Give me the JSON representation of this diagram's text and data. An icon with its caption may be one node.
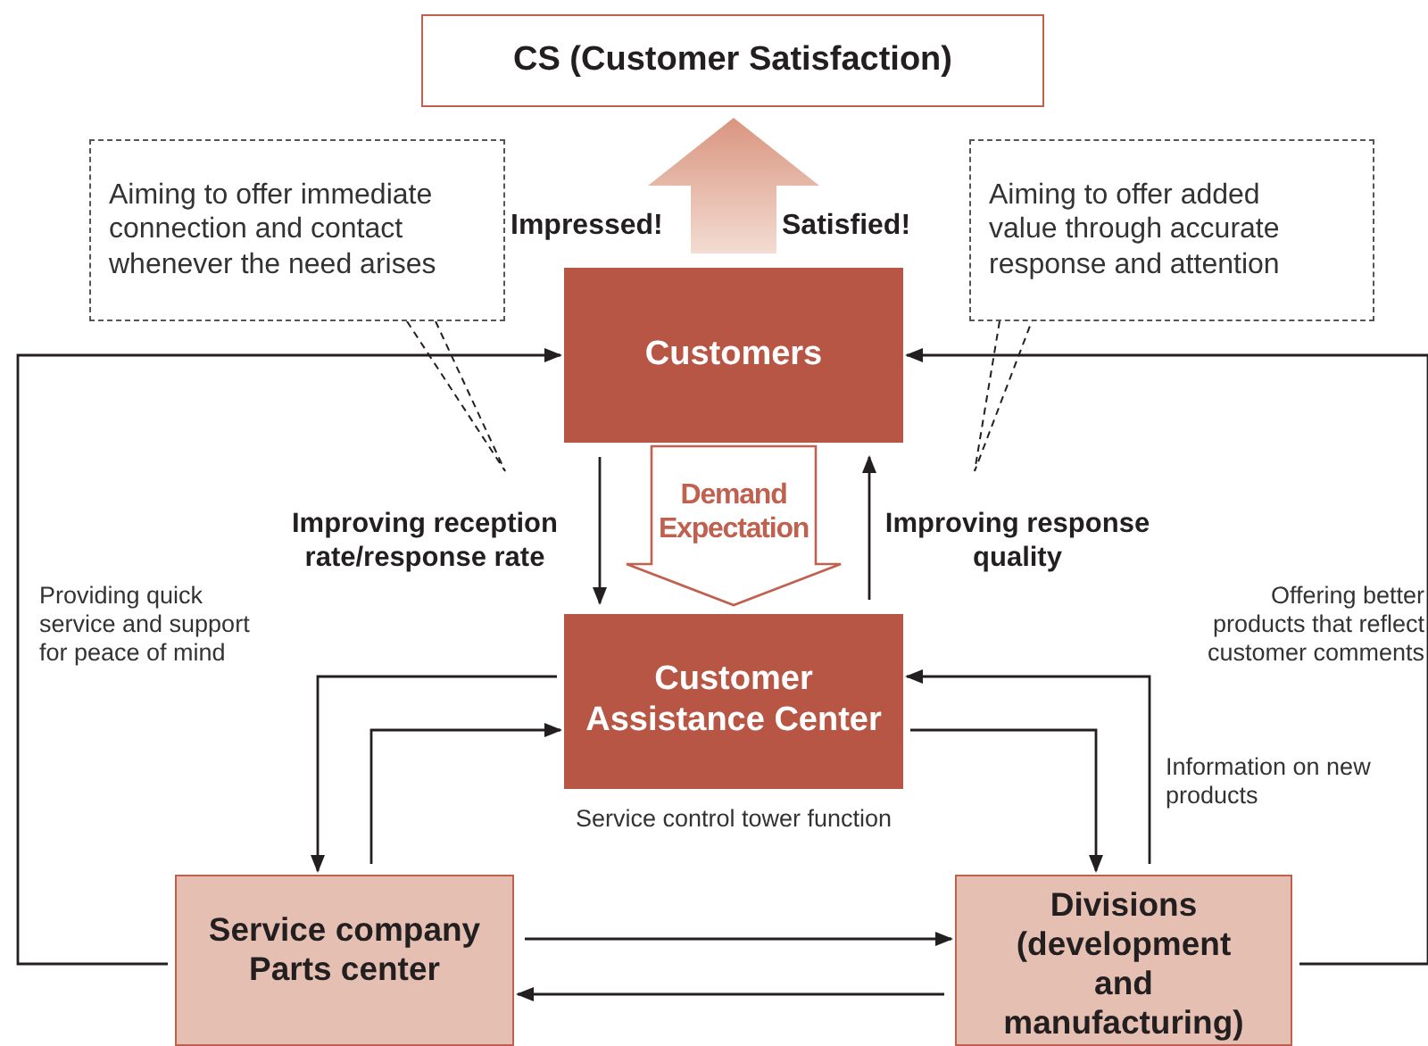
{
  "diagram": {
    "nodes": [
      {
        "text": [
          "CS (Customer Satisfaction)"
        ]
      },
      {
        "text": [
          "Aiming to offer immediate connection and contact whenever the need arises"
        ]
      },
      {
        "text": [
          "Aiming to offer added value through accurate response and attention"
        ]
      },
      {
        "text": [
          "Customers"
        ]
      },
      {
        "text": [
          "Demand Expectation"
        ]
      },
      {
        "text": [
          "Customer Assistance Center"
        ],
        "beside": [
          "Service control tower function"
        ]
      },
      {
        "text": [
          "Service company Parts center"
        ]
      },
      {
        "text": [
          "Divisions (development and manufacturing)"
        ]
      }
    ],
    "edges": [
      {
        "from": 3,
        "to": 0,
        "arrow": "to",
        "style": "thick",
        "color": "#d9957f"
      },
      {
        "from": 1,
        "to": null,
        "arrow": "none",
        "style": "dashed"
      },
      {
        "from": 2,
        "to": null,
        "arrow": "none",
        "style": "dashed"
      },
      {
        "from": 3,
        "to": 5,
        "arrow": "to",
        "label": "Improving reception rate/response rate"
      },
      {
        "from": 5,
        "to": 3,
        "arrow": "to",
        "label": "Improving response quality"
      },
      {
        "from": 6,
        "to": 3,
        "arrow": "to",
        "label": "Providing quick service and support for peace of mind"
      },
      {
        "from": 7,
        "to": 3,
        "arrow": "to",
        "label": "Offering better products that reflect customer comments"
      },
      {
        "from": 5,
        "to": 6,
        "arrow": "to"
      },
      {
        "from": 6,
        "to": 5,
        "arrow": "to"
      },
      {
        "from": 5,
        "to": 7,
        "arrow": "to"
      },
      {
        "from": 7,
        "to": 5,
        "arrow": "to",
        "label": "Information on new products"
      },
      {
        "from": 6,
        "to": 7,
        "arrow": "to"
      },
      {
        "from": 7,
        "to": 6,
        "arrow": "to"
      }
    ],
    "labels": [
      "Impressed!",
      "Satisfied!"
    ]
  }
}
